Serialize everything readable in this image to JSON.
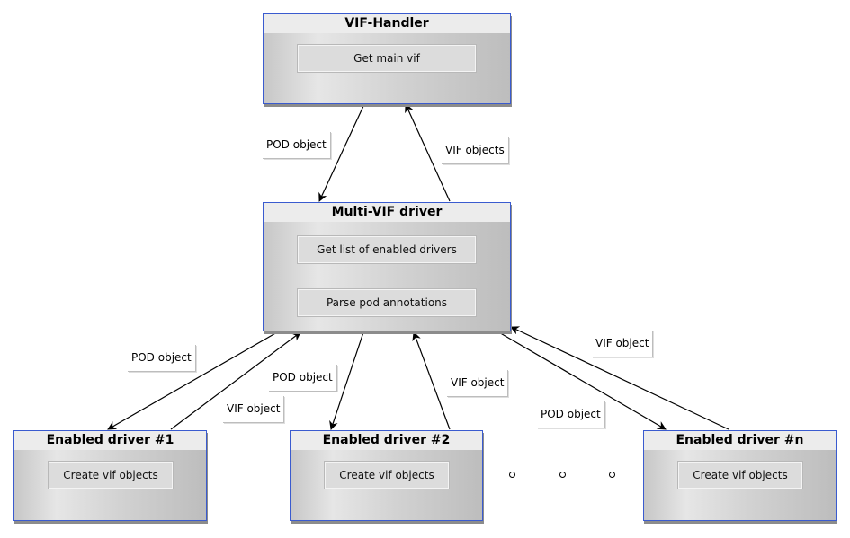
{
  "nodes": {
    "vif_handler": {
      "title": "VIF-Handler",
      "actions": [
        "Get main vif"
      ]
    },
    "multi_vif_driver": {
      "title": "Multi-VIF driver",
      "actions": [
        "Get list of enabled drivers",
        "Parse pod annotations"
      ]
    },
    "driver_1": {
      "title": "Enabled driver #1",
      "actions": [
        "Create vif objects"
      ]
    },
    "driver_2": {
      "title": "Enabled driver #2",
      "actions": [
        "Create vif objects"
      ]
    },
    "driver_n": {
      "title": "Enabled driver #n",
      "actions": [
        "Create vif objects"
      ]
    }
  },
  "edge_labels": {
    "handler_to_multi": "POD object",
    "multi_to_handler": "VIF objects",
    "multi_to_d1": "POD object",
    "d1_to_multi": "VIF object",
    "multi_to_d2": "POD object",
    "d2_to_multi": "VIF object",
    "multi_to_dn": "POD object",
    "dn_to_multi": "VIF object"
  }
}
